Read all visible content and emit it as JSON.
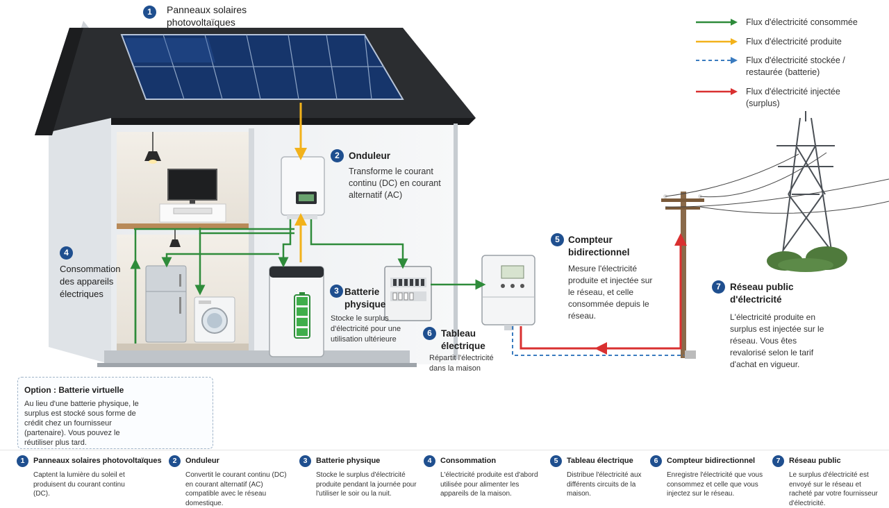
{
  "labels": {
    "panneaux": {
      "num": "1",
      "title": "Panneaux solaires photovoltaïques"
    },
    "onduleur": {
      "num": "2",
      "title": "Onduleur",
      "desc": "Transforme le courant continu (DC) en courant alternatif (AC)"
    },
    "batterie": {
      "num": "3",
      "title": "Batterie physique",
      "desc": "Stocke le surplus d'électricité pour une utilisation ultérieure"
    },
    "consommation": {
      "num": "4",
      "title": "Consommation des appareils électriques"
    },
    "compteur": {
      "num": "5",
      "title": "Compteur bidirectionnel",
      "desc": "Mesure l'électricité produite et injectée sur le réseau, et celle consommée depuis le réseau."
    },
    "tableau": {
      "num": "6",
      "title": "Tableau électrique",
      "desc": "Répartit l'électricité dans la maison"
    },
    "reseau": {
      "num": "7",
      "title": "Réseau public d'électricité",
      "desc": "L'électricité produite en surplus est injectée sur le réseau. Vous êtes revalorisé selon le tarif d'achat en vigueur."
    }
  },
  "legend": [
    {
      "label": "Flux d'électricité consommée",
      "color": "#2e8b3a",
      "style": "solid"
    },
    {
      "label": "Flux d'électricité produite",
      "color": "#f2b21b",
      "style": "solid"
    },
    {
      "label": "Flux d'électricité stockée / restaurée (batterie)",
      "color": "#3a7bbf",
      "style": "dashed"
    },
    {
      "label": "Flux d'électricité injectée (surplus)",
      "color": "#d93030",
      "style": "solid"
    }
  ],
  "option": {
    "title": "Option : Batterie virtuelle",
    "desc": "Au lieu d'une batterie physique, le surplus est stocké sous forme de crédit chez un fournisseur (partenaire). Vous pouvez le réutiliser plus tard."
  },
  "footer": [
    {
      "num": "1",
      "title": "Panneaux solaires photovoltaïques",
      "desc": "Captent la lumière du soleil et produisent du courant continu (DC)."
    },
    {
      "num": "2",
      "title": "Onduleur",
      "desc": "Convertit le courant continu (DC) en courant alternatif (AC) compatible avec le réseau domestique."
    },
    {
      "num": "3",
      "title": "Batterie physique",
      "desc": "Stocke le surplus d'électricité produite pendant la journée pour l'utiliser le soir ou la nuit."
    },
    {
      "num": "4",
      "title": "Consommation",
      "desc": "L'électricité produite est d'abord utilisée pour alimenter les appareils de la maison."
    },
    {
      "num": "5",
      "title": "Tableau électrique",
      "desc": "Distribue l'électricité aux différents circuits de la maison."
    },
    {
      "num": "6",
      "title": "Compteur bidirectionnel",
      "desc": "Enregistre l'électricité que vous consommez et celle que vous injectez sur le réseau."
    },
    {
      "num": "7",
      "title": "Réseau public",
      "desc": "Le surplus d'électricité est envoyé sur le réseau et racheté par votre fournisseur d'électricité."
    }
  ],
  "colors": {
    "consumed": "#2e8b3a",
    "produced": "#f2b21b",
    "stored": "#3a7bbf",
    "injected": "#d93030",
    "badge": "#1f4f8f"
  }
}
